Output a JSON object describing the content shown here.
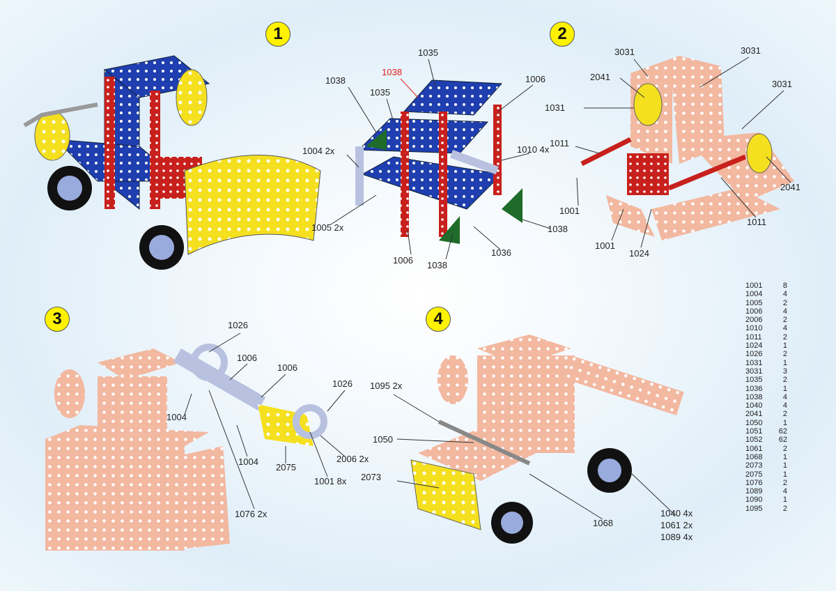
{
  "steps": [
    "1",
    "2",
    "3",
    "4"
  ],
  "step1": {
    "labels": [
      "1035",
      "1038",
      "1006",
      "1038",
      "1035",
      "1004 2x",
      "1010 4x",
      "1038",
      "1005 2x",
      "1036",
      "1006",
      "1038"
    ]
  },
  "step2": {
    "labels": [
      "3031",
      "3031",
      "3031",
      "2041",
      "1031",
      "1011",
      "1001",
      "2041",
      "1011",
      "1001",
      "1024"
    ]
  },
  "step3": {
    "labels": [
      "1026",
      "1006",
      "1006",
      "1026",
      "1004",
      "1004",
      "2075",
      "2006 2x",
      "1001 8x",
      "1076 2x"
    ]
  },
  "step4": {
    "labels": [
      "1095 2x",
      "1050",
      "2073",
      "1068",
      "1040 4x",
      "1061 2x",
      "1089 4x"
    ]
  },
  "parts_list": [
    {
      "code": "1001",
      "qty": "8"
    },
    {
      "code": "1004",
      "qty": "4"
    },
    {
      "code": "1005",
      "qty": "2"
    },
    {
      "code": "1006",
      "qty": "4"
    },
    {
      "code": "2006",
      "qty": "2"
    },
    {
      "code": "1010",
      "qty": "4"
    },
    {
      "code": "1011",
      "qty": "2"
    },
    {
      "code": "1024",
      "qty": "1"
    },
    {
      "code": "1026",
      "qty": "2"
    },
    {
      "code": "1031",
      "qty": "1"
    },
    {
      "code": "3031",
      "qty": "3"
    },
    {
      "code": "1035",
      "qty": "2"
    },
    {
      "code": "1036",
      "qty": "1"
    },
    {
      "code": "1038",
      "qty": "4"
    },
    {
      "code": "1040",
      "qty": "4"
    },
    {
      "code": "2041",
      "qty": "2"
    },
    {
      "code": "1050",
      "qty": "1"
    },
    {
      "code": "1051",
      "qty": "62"
    },
    {
      "code": "1052",
      "qty": "62"
    },
    {
      "code": "1061",
      "qty": "2"
    },
    {
      "code": "1068",
      "qty": "1"
    },
    {
      "code": "2073",
      "qty": "1"
    },
    {
      "code": "2075",
      "qty": "1"
    },
    {
      "code": "1076",
      "qty": "2"
    },
    {
      "code": "1089",
      "qty": "4"
    },
    {
      "code": "1090",
      "qty": "1"
    },
    {
      "code": "1095",
      "qty": "2"
    }
  ],
  "colors": {
    "blue": "#1f3fb0",
    "red": "#c8201c",
    "yellow": "#f5e020",
    "green": "#1e6b2a",
    "silver": "#b8c2e0",
    "copper": "#f2b8a0",
    "badge": "#fff200"
  }
}
